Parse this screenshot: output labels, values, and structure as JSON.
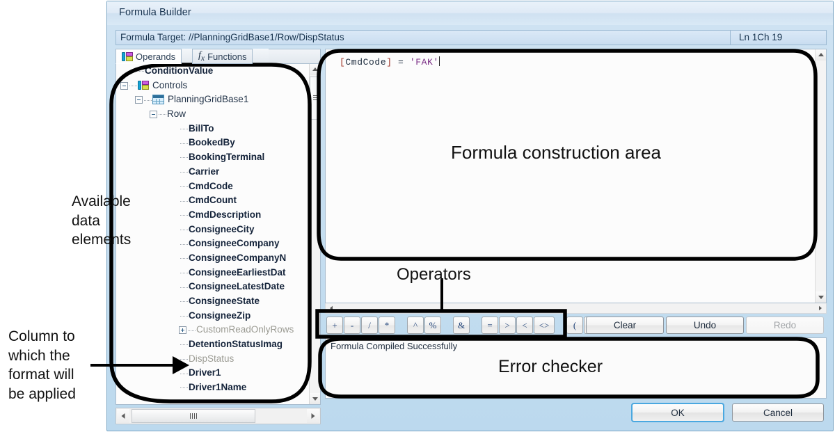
{
  "window": {
    "title": "Formula Builder",
    "target_label": "Formula Target: //PlanningGridBase1/Row/DispStatus",
    "cursor_position": "Ln 1Ch 19"
  },
  "tabs": [
    {
      "label": "Operands",
      "icon": "operands-icon",
      "active": true
    },
    {
      "label": "Functions",
      "icon": "fx-icon",
      "active": false
    }
  ],
  "tree": {
    "nodes": [
      {
        "label": "ConditionValue",
        "depth": 1,
        "style": "bold",
        "expander": "none",
        "icon": "none"
      },
      {
        "label": "Controls",
        "depth": 0,
        "style": "plain",
        "expander": "minus",
        "icon": "controls-icon"
      },
      {
        "label": "PlanningGridBase1",
        "depth": 1,
        "style": "plain",
        "expander": "minus",
        "icon": "grid-icon"
      },
      {
        "label": "Row",
        "depth": 2,
        "style": "plain",
        "expander": "minus",
        "icon": "none"
      },
      {
        "label": "BillTo",
        "depth": 4,
        "style": "bold",
        "expander": "none",
        "icon": "none"
      },
      {
        "label": "BookedBy",
        "depth": 4,
        "style": "bold",
        "expander": "none",
        "icon": "none"
      },
      {
        "label": "BookingTerminal",
        "depth": 4,
        "style": "bold",
        "expander": "none",
        "icon": "none"
      },
      {
        "label": "Carrier",
        "depth": 4,
        "style": "bold",
        "expander": "none",
        "icon": "none"
      },
      {
        "label": "CmdCode",
        "depth": 4,
        "style": "bold",
        "expander": "none",
        "icon": "none"
      },
      {
        "label": "CmdCount",
        "depth": 4,
        "style": "bold",
        "expander": "none",
        "icon": "none"
      },
      {
        "label": "CmdDescription",
        "depth": 4,
        "style": "bold",
        "expander": "none",
        "icon": "none"
      },
      {
        "label": "ConsigneeCity",
        "depth": 4,
        "style": "bold",
        "expander": "none",
        "icon": "none"
      },
      {
        "label": "ConsigneeCompany",
        "depth": 4,
        "style": "bold",
        "expander": "none",
        "icon": "none"
      },
      {
        "label": "ConsigneeCompanyN",
        "depth": 4,
        "style": "bold",
        "expander": "none",
        "icon": "none"
      },
      {
        "label": "ConsigneeEarliestDat",
        "depth": 4,
        "style": "bold",
        "expander": "none",
        "icon": "none"
      },
      {
        "label": "ConsigneeLatestDate",
        "depth": 4,
        "style": "bold",
        "expander": "none",
        "icon": "none"
      },
      {
        "label": "ConsigneeState",
        "depth": 4,
        "style": "bold",
        "expander": "none",
        "icon": "none"
      },
      {
        "label": "ConsigneeZip",
        "depth": 4,
        "style": "bold",
        "expander": "none",
        "icon": "none"
      },
      {
        "label": "CustomReadOnlyRows",
        "depth": 4,
        "style": "dim",
        "expander": "plus",
        "icon": "none"
      },
      {
        "label": "DetentionStatusImag",
        "depth": 4,
        "style": "bold",
        "expander": "none",
        "icon": "none"
      },
      {
        "label": "DispStatus",
        "depth": 4,
        "style": "dim",
        "expander": "none",
        "icon": "none"
      },
      {
        "label": "Driver1",
        "depth": 4,
        "style": "bold",
        "expander": "none",
        "icon": "none"
      },
      {
        "label": "Driver1Name",
        "depth": 4,
        "style": "bold",
        "expander": "none",
        "icon": "none"
      }
    ]
  },
  "formula": {
    "tokens": [
      {
        "text": "[",
        "kind": "bracket"
      },
      {
        "text": "CmdCode",
        "kind": "identifier"
      },
      {
        "text": "]",
        "kind": "bracket"
      },
      {
        "text": " = ",
        "kind": "operator"
      },
      {
        "text": "'FAK'",
        "kind": "string"
      }
    ],
    "plain": "[CmdCode] = 'FAK'"
  },
  "operators": [
    {
      "label": "+",
      "name": "plus"
    },
    {
      "label": "-",
      "name": "minus"
    },
    {
      "label": "/",
      "name": "divide"
    },
    {
      "label": "*",
      "name": "multiply"
    },
    {
      "label": "^",
      "name": "power"
    },
    {
      "label": "%",
      "name": "percent"
    },
    {
      "label": "&",
      "name": "ampersand"
    },
    {
      "label": "=",
      "name": "equals"
    },
    {
      "label": ">",
      "name": "greater-than"
    },
    {
      "label": "<",
      "name": "less-than"
    },
    {
      "label": "<>",
      "name": "not-equal"
    },
    {
      "label": "(",
      "name": "open-paren"
    },
    {
      "label": ")",
      "name": "close-paren"
    }
  ],
  "edit_buttons": [
    {
      "label": "Clear",
      "name": "clear",
      "enabled": true
    },
    {
      "label": "Undo",
      "name": "undo",
      "enabled": true
    },
    {
      "label": "Redo",
      "name": "redo",
      "enabled": false
    }
  ],
  "status": {
    "message": "Formula Compiled Successfully"
  },
  "dialog_buttons": {
    "ok": "OK",
    "cancel": "Cancel"
  },
  "annotations": [
    {
      "name": "available-data-elements",
      "text": "Available\ndata\nelements"
    },
    {
      "name": "column-to-which-format-applied",
      "text": "Column to\nwhich the\nformat will\nbe applied"
    },
    {
      "name": "formula-construction-area",
      "text": "Formula construction area"
    },
    {
      "name": "operators",
      "text": "Operators"
    },
    {
      "name": "error-checker",
      "text": "Error checker"
    }
  ],
  "colors": {
    "callout": "#000000",
    "title_bar": "#cfe1f1",
    "focus_ring": "#4aa8e0",
    "bracket": "#9b2d1f",
    "string": "#7b2f86"
  }
}
